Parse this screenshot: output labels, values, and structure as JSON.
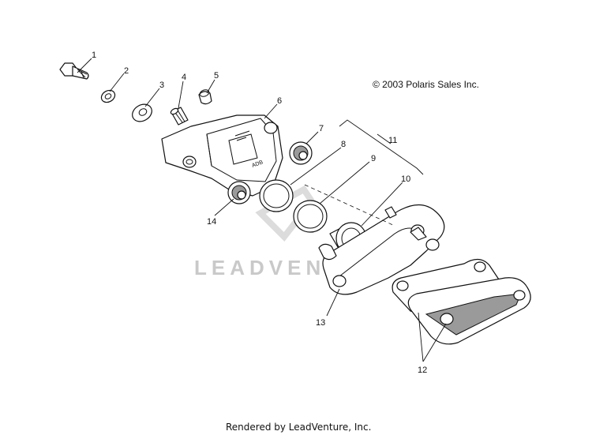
{
  "diagram": {
    "copyright": "© 2003 Polaris Sales Inc.",
    "watermark": "LEADVENTURE",
    "footer": "Rendered by LeadVenture, Inc.",
    "callouts": [
      "1",
      "2",
      "3",
      "4",
      "5",
      "6",
      "7",
      "8",
      "9",
      "10",
      "11",
      "12",
      "13",
      "14"
    ]
  }
}
